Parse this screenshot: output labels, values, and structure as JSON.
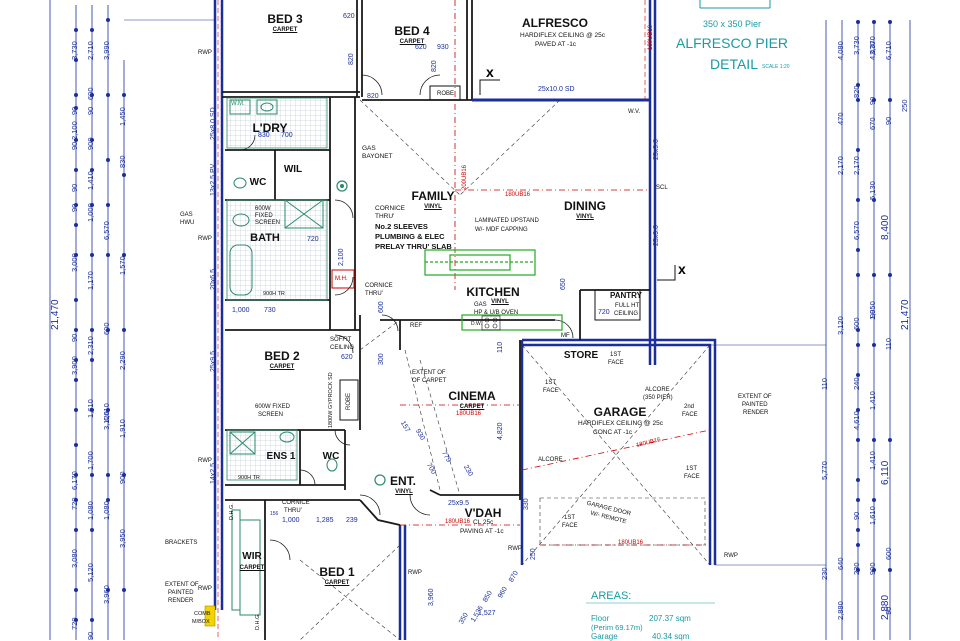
{
  "rooms": {
    "bed3": {
      "name": "BED 3",
      "finish": "CARPET"
    },
    "bed4": {
      "name": "BED 4",
      "finish": "CARPET"
    },
    "alfresco": {
      "name": "ALFRESCO",
      "note1": "HARDIFLEX CEILING @ 25c",
      "note2": "PAVED AT -1c"
    },
    "laundry": {
      "name": "L'DRY"
    },
    "wil": {
      "name": "WIL"
    },
    "wc": {
      "name": "WC"
    },
    "bath": {
      "name": "BATH"
    },
    "family": {
      "name": "FAMILY",
      "finish": "VINYL"
    },
    "dining": {
      "name": "DINING",
      "finish": "VINYL"
    },
    "kitchen": {
      "name": "KITCHEN",
      "finish": "VINYL"
    },
    "pantry": {
      "name": "PANTRY",
      "note1": "FULL HT",
      "note2": "CEILING"
    },
    "bed2": {
      "name": "BED 2",
      "finish": "CARPET"
    },
    "cinema": {
      "name": "CINEMA",
      "finish": "CARPET"
    },
    "store": {
      "name": "STORE"
    },
    "garage": {
      "name": "GARAGE",
      "note1": "HARDIFLEX CEILING @ 25c",
      "note2": "CONC AT -1c"
    },
    "ens1": {
      "name": "ENS 1"
    },
    "wc2": {
      "name": "WC"
    },
    "ent": {
      "name": "ENT.",
      "finish": "VINYL"
    },
    "vdah": {
      "name": "V'DAH",
      "note1": "CL 25c",
      "note2": "PAVING AT -1c"
    },
    "wir": {
      "name": "WIR",
      "finish": "CARPET"
    },
    "bed1": {
      "name": "BED 1",
      "finish": "CARPET"
    },
    "robe1": {
      "name": "ROBE"
    },
    "robe2": {
      "name": "ROBE"
    }
  },
  "detail": {
    "pier": "350 x 350 Pier",
    "title1": "ALFRESCO PIER",
    "title2": "DETAIL",
    "scale": "SCALE 1:20"
  },
  "notes": {
    "gas_bayonet1": "GAS",
    "gas_bayonet2": "BAYONET",
    "cornice_thru1": "CORNICE",
    "cornice_thru2": "THRU'",
    "sleeves1": "No.2 SLEEVES",
    "sleeves2": "PLUMBING & ELEC",
    "sleeves3": "PRELAY THRU' SLAB",
    "laminated1": "LAMINATED UPSTAND",
    "laminated2": "W/- MDF CAPPING",
    "gas_oven1": "GAS",
    "gas_oven2": "HP & U/B OVEN",
    "cornice2_1": "CORNICE",
    "cornice2_2": "THRU'",
    "soffit1": "SOFFIT",
    "soffit2": "CEILING",
    "extent_carpet1": "EXTENT OF",
    "extent_carpet2": "OF CARPET",
    "extent_render_r1": "EXTENT OF",
    "extent_render_r2": "PAINTED",
    "extent_render_r3": "RENDER",
    "extent_render_l1": "EXTENT OF",
    "extent_render_l2": "PAINTED",
    "extent_render_l3": "RENDER",
    "alcore1": "ALCORE",
    "alcore2": "(350 PIER)",
    "alcore3": "ALCORE",
    "first_face1": "1ST",
    "first_face2": "FACE",
    "second_face1": "2nd",
    "second_face2": "FACE",
    "garage_door1": "GARAGE DOOR",
    "garage_door2": "W/- REMOTE",
    "brackets": "BRACKETS",
    "comb_mbox1": "COMB",
    "comb_mbox2": "M/BOX",
    "gas_hwu1": "GAS",
    "gas_hwu2": "HWU",
    "screen_600_1": "600W",
    "screen_600_2": "FIXED",
    "screen_600_3": "SCREEN",
    "screen_bed2_1": "600W FIXED",
    "screen_bed2_2": "SCREEN",
    "gyprock": "1800W GYPROCK SD",
    "wm": "W.M.",
    "mh": "M.H.",
    "ref": "REF",
    "mf": "MF",
    "dw": "D.W.",
    "wv": "W.V.",
    "scl": "SCL",
    "rwp": "RWP",
    "dhg": "D.H.G.",
    "h900": "900H TR",
    "h900b": "900H TR"
  },
  "beams": {
    "b200": "200UB16",
    "b180a": "180UB16",
    "b180b": "180UB16",
    "b180c": "180UB16",
    "b180d": "180UB16",
    "b180e": "180UB16"
  },
  "dims": {
    "d620a": "620",
    "d620b": "620",
    "d620c": "620",
    "d930a": "930",
    "d820a": "820",
    "d820b": "820",
    "d820c": "820",
    "d25x10": "25x10.0 SD",
    "d25x9a": "25x9.0",
    "d25x9b": "25x9.0",
    "d25x9c": "25x9.5",
    "d830": "830",
    "d700": "700",
    "d720a": "720",
    "d720b": "720",
    "d1000a": "1,000",
    "d730": "730",
    "d2100": "2,100",
    "d650": "650",
    "d600": "600",
    "d300": "300",
    "d110": "110",
    "d4820": "4,820",
    "d330": "330",
    "d1000b": "1,000",
    "d1285": "1,285",
    "d239": "239",
    "d156": "156",
    "d157": "157",
    "d930b": "930",
    "d779": "779",
    "d230": "230",
    "d700b": "700",
    "d250": "250",
    "d1536": "1,536",
    "d1527": "1,527",
    "d850": "850",
    "d350": "350",
    "d960": "960",
    "d870": "870",
    "d3960": "3,960",
    "left_sd1": "25x8.0 SD",
    "left_pv": "13x2.5 PV",
    "left_fs": "20x6.5",
    "left_bed2": "25x9.5",
    "left_ens": "14x2.5"
  },
  "left_dims": {
    "total": "21,470",
    "outer": [
      "3,730",
      "2,710",
      "3,990",
      "1,450",
      "830",
      "6,570",
      "1,570",
      "2,290",
      "3,120",
      "4,610",
      "1,910",
      "6,170",
      "3,950",
      "3,080",
      "5,120",
      "3,960"
    ],
    "inner": [
      "90",
      "90",
      "690",
      "90",
      "2,100",
      "900",
      "1,410",
      "90",
      "1,000",
      "90",
      "2,310",
      "90",
      "1,700",
      "600",
      "3,900",
      "1,610",
      "1,170",
      "3,000",
      "720",
      "1,080",
      "720",
      "90",
      "1,080",
      "900"
    ]
  },
  "right_dims": {
    "total": "21,470",
    "outer": [
      "4,080",
      "3,730",
      "6,710",
      "2,170",
      "8,400",
      "3,120",
      "4,610",
      "5,770",
      "6,110",
      "2,880",
      "2,880"
    ],
    "inner": [
      "3,370",
      "820",
      "90",
      "470",
      "4,070",
      "2,170",
      "600",
      "90",
      "110",
      "240",
      "1,410",
      "110",
      "230",
      "670",
      "90",
      "5,130",
      "1,950",
      "6,570",
      "1,610",
      "1,410",
      "90",
      "600",
      "640",
      "230",
      "900",
      "90",
      "250"
    ]
  },
  "areas": {
    "title": "AREAS:",
    "floor_label": "Floor",
    "floor_value": "207.37 sqm",
    "perim": "(Perim  69.17m)",
    "garage_label": "Garage",
    "garage_value": "40.34 sqm"
  },
  "colors": {
    "wall": "#1a1a1a",
    "outer_wall": "#1a2f9c",
    "dimension": "#1a2f9c",
    "beam": "#cc0000",
    "detail_text": "#1a9aa3",
    "kitchen_bench": "#22aa22",
    "wet_area": "#2a8a6a"
  }
}
